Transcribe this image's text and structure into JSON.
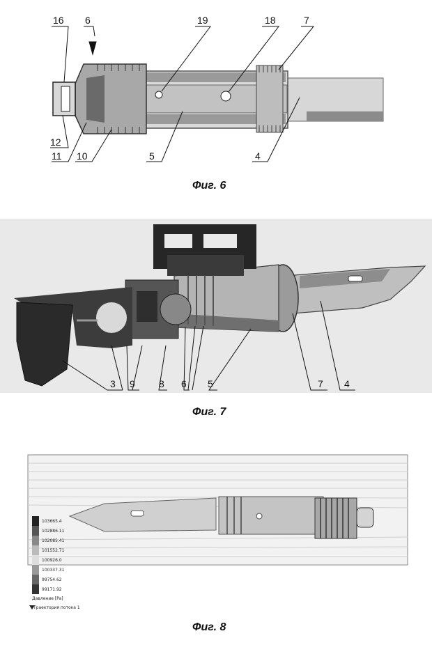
{
  "fig6": {
    "caption": "Фиг. 6",
    "labels": {
      "l16": "16",
      "l6": "6",
      "l19": "19",
      "l18": "18",
      "l7": "7",
      "l12": "12",
      "l11": "11",
      "l10": "10",
      "l5": "5",
      "l4": "4"
    }
  },
  "fig7": {
    "caption": "Фиг. 7",
    "labels": {
      "l3": "3",
      "l9": "9",
      "l8": "8",
      "l6": "6",
      "l5": "5",
      "l7": "7",
      "l4": "4"
    }
  },
  "fig8": {
    "caption": "Фиг. 8",
    "legend": {
      "values": [
        "103665.4",
        "102886.11",
        "102085.41",
        "101552.71",
        "100926.0",
        "100337.31",
        "99754.62",
        "99171.92"
      ],
      "unit_label": "Давление [Pa]",
      "footer": "Траектория потока 1"
    }
  }
}
